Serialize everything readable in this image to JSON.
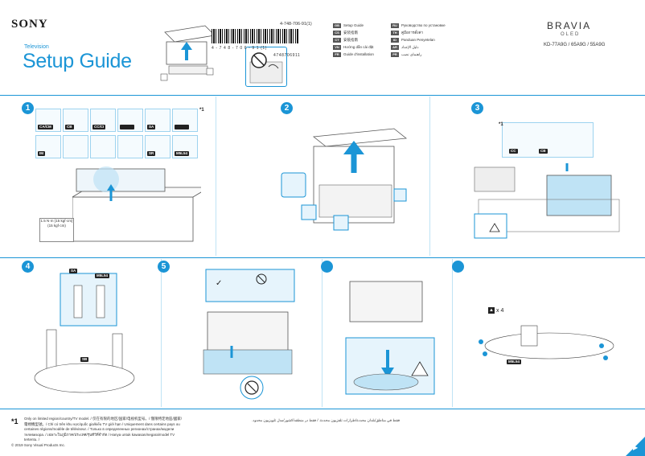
{
  "header": {
    "brand": "SONY",
    "product_type": "Television",
    "title": "Setup Guide",
    "part_number": "4-748-706-91(1)",
    "barcode_text": "4 - 7 4 8 - 7 0 6 - 9 1 (1)",
    "barcode_number": "4748706911",
    "product_brand": "BRAVIA",
    "product_sub": "OLED",
    "models": "KD-77A9G / 65A9G / 55A9G"
  },
  "languages": [
    {
      "code": "GB",
      "label": "Setup Guide"
    },
    {
      "code": "CS",
      "label": "安装指南"
    },
    {
      "code": "CT",
      "label": "安裝指南"
    },
    {
      "code": "VN",
      "label": "Hướng dẫn cài đặt"
    },
    {
      "code": "FR",
      "label": "Guide d'installation"
    },
    {
      "code": "RU",
      "label": "Руководство по установке"
    },
    {
      "code": "TH",
      "label": "คู่มือการตั้งค่า"
    },
    {
      "code": "ID",
      "label": "Panduan Penyetelan"
    },
    {
      "code": "AR",
      "label": "دليل الإعداد"
    },
    {
      "code": "PR",
      "label": "راهنمای نصب"
    }
  ],
  "steps": [
    {
      "num": "1"
    },
    {
      "num": "2"
    },
    {
      "num": "3"
    },
    {
      "num": "4"
    },
    {
      "num": "5"
    },
    {
      "num": ""
    },
    {
      "num": ""
    }
  ],
  "parts": {
    "tags_step1": [
      "CA/CM",
      "CB",
      "CC/CI",
      "",
      "SA",
      "",
      "IM",
      "",
      "",
      "",
      "SR",
      "M5L54"
    ],
    "tag_cc": "CC",
    "tag_cb": "CB",
    "tag_sa": "SA",
    "tag_m5": "M5L54",
    "tag_m5b": "M5L54",
    "tag_sb": "SB",
    "tag_x4": "x 4",
    "star": "*1"
  },
  "torque": {
    "line1": "1.5 N·m {15 kgf·cm}",
    "line2": "(15 kgf·cm)"
  },
  "footer": {
    "star": "*1",
    "note": "Only on limited region/country/TV model. / 仅在有限的地区/国家/电视机型号。/ 僅限特定地區/國家/電視機型號。/ Chỉ có trên khu vực/quốc gia/kiểu TV giới hạn / Uniquement dans certains pays ou certaines régions/modèle de téléviseur. / Только в определенных регионах/странах/модели телевизора. / เฉพาะในภูมิภาค/ประเทศ/รุ่นทีวีที่จำกัด / Hanya untuk kawasan/negara/model TV tertentu. /",
    "note_ar": "فقط في مناطق/بلدان محددة/طرازات تلفزيون محددة. / فقط در منطقه/کشور/مدل تلویزیون محدود.",
    "copyright": "© 2019 Sony Visual Products Inc."
  },
  "colors": {
    "accent": "#1b95d6",
    "tag_bg": "#222222"
  }
}
